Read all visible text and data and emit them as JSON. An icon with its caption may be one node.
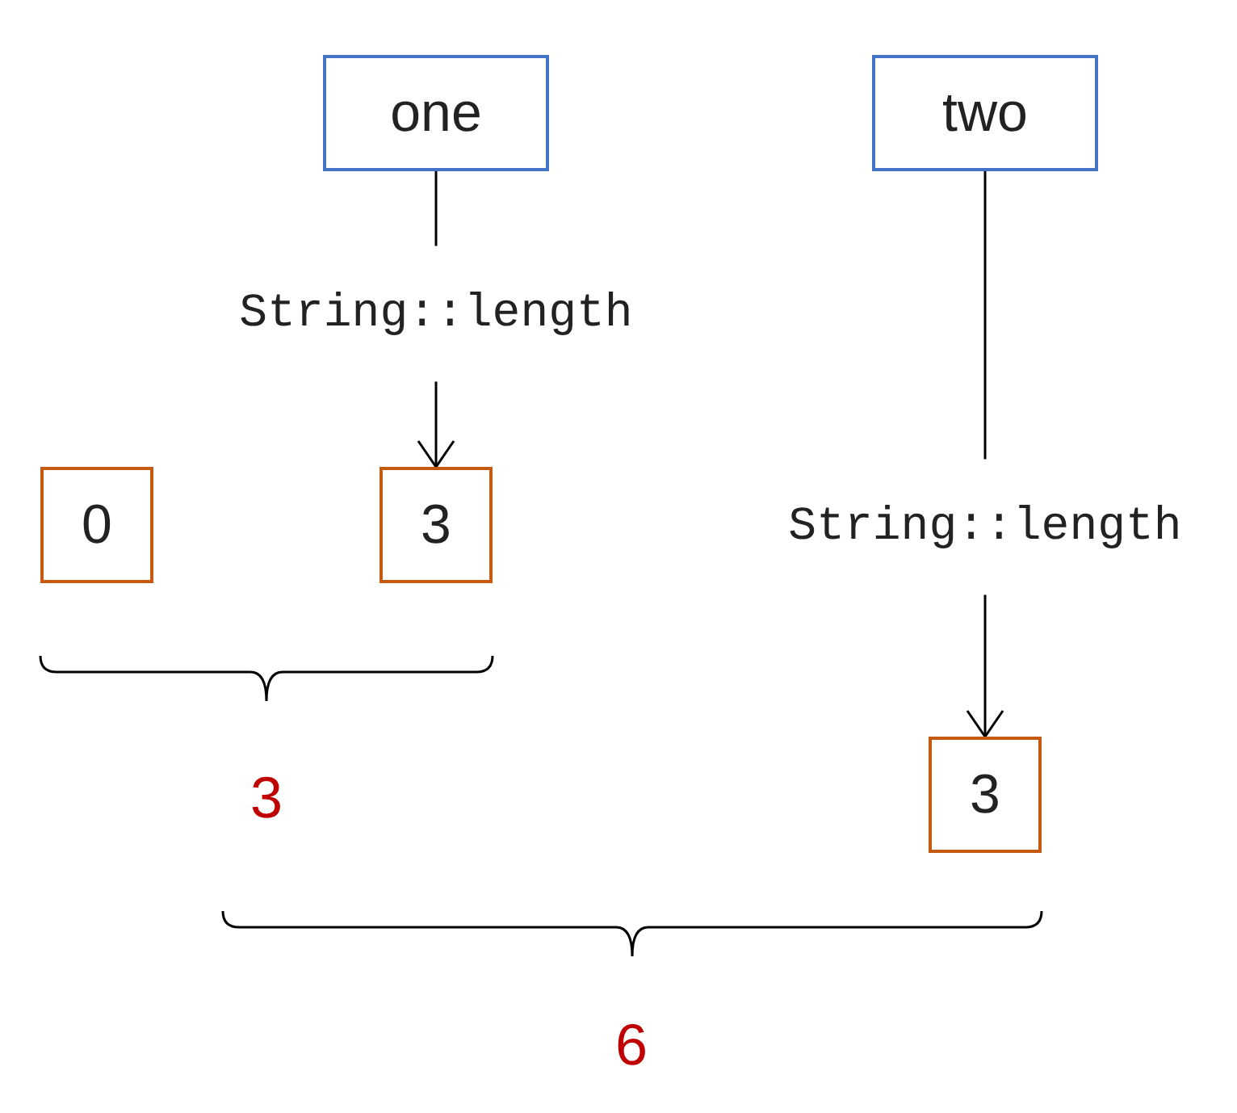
{
  "diagram": {
    "nodes": [
      {
        "text": [
          "one"
        ]
      },
      {
        "text": [
          "two"
        ]
      },
      {
        "text": [
          "0"
        ]
      },
      {
        "text": [
          "3"
        ]
      },
      {
        "text": [
          "3"
        ]
      }
    ],
    "edges": [
      {
        "from": 0,
        "to": 3,
        "arrow": "to",
        "label": "String::length"
      },
      {
        "from": 1,
        "to": 4,
        "arrow": "to",
        "label": "String::length"
      }
    ],
    "labels": [
      "3",
      "6"
    ]
  }
}
